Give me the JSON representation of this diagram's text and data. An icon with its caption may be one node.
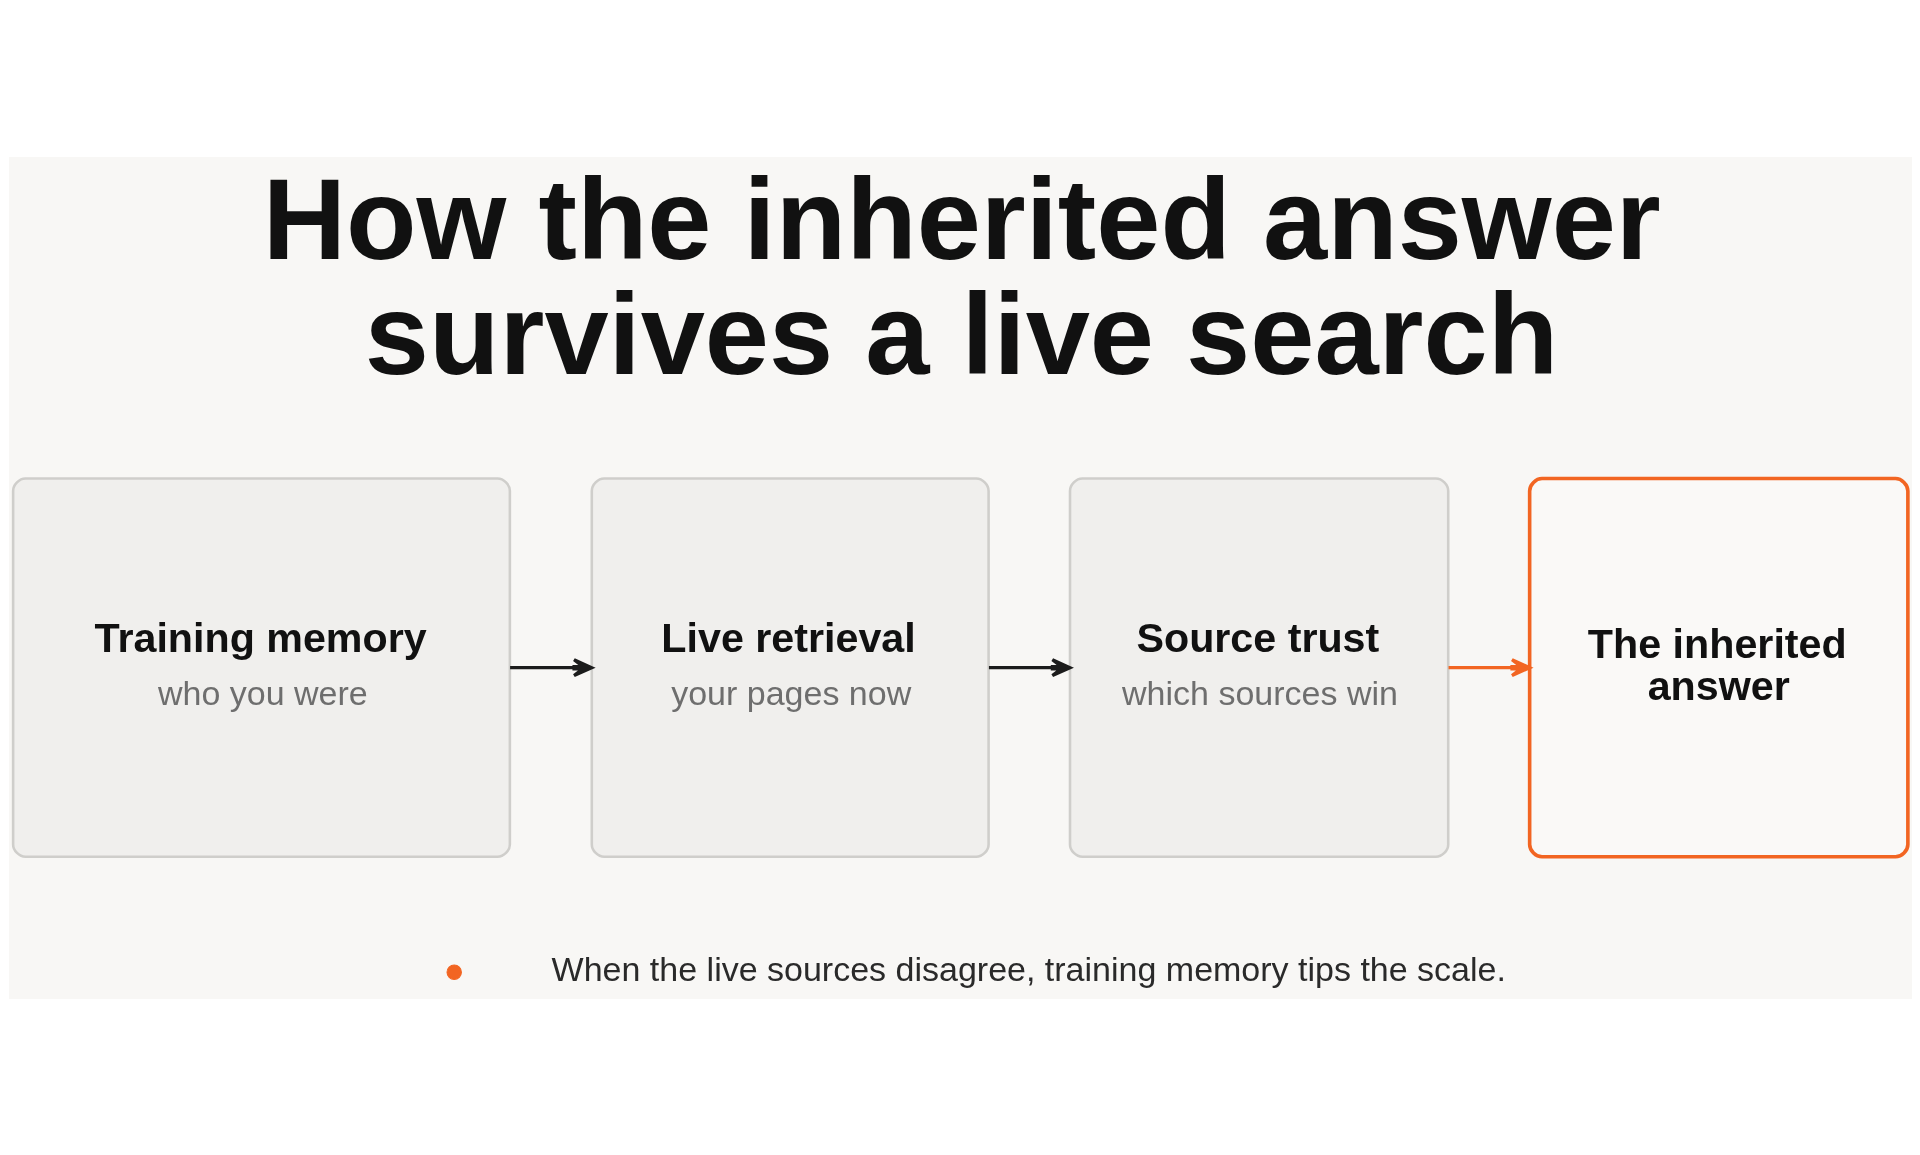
{
  "diagram": {
    "title": "How the inherited answer survives a live search",
    "nodes": [
      {
        "text": [
          "Training memory",
          "who you were"
        ]
      },
      {
        "text": [
          "Live retrieval",
          "your pages now"
        ]
      },
      {
        "text": [
          "Source trust",
          "which sources win"
        ]
      },
      {
        "text": [
          "The inherited answer"
        ]
      }
    ],
    "edges": [
      {
        "from": 0,
        "to": 1,
        "arrow": "to"
      },
      {
        "from": 1,
        "to": 2,
        "arrow": "to"
      },
      {
        "from": 2,
        "to": 3,
        "arrow": "to",
        "color": "#f26522"
      }
    ],
    "labels": [
      "When the live sources disagree, training memory tips the scale."
    ]
  }
}
